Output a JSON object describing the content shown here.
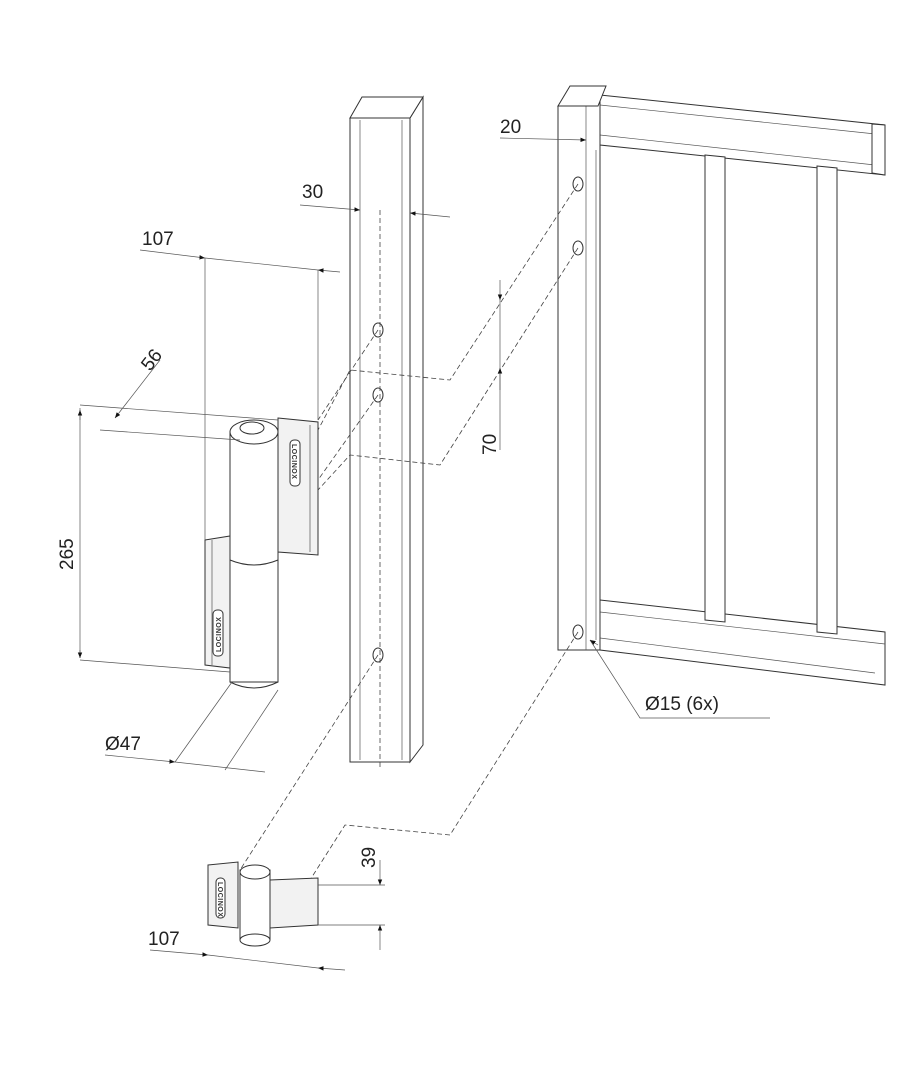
{
  "brand_logo": "LOCINOX",
  "dimensions": {
    "frame_offset": "20",
    "post_width": "30",
    "hinge_width_top": "107",
    "hinge_depth": "56",
    "hinge_height": "265",
    "hole_spacing": "70",
    "barrel_diameter": "Ø47",
    "hole_diameter": "Ø15 (6x)",
    "bottom_hinge_height": "39",
    "hinge_width_bottom": "107"
  }
}
